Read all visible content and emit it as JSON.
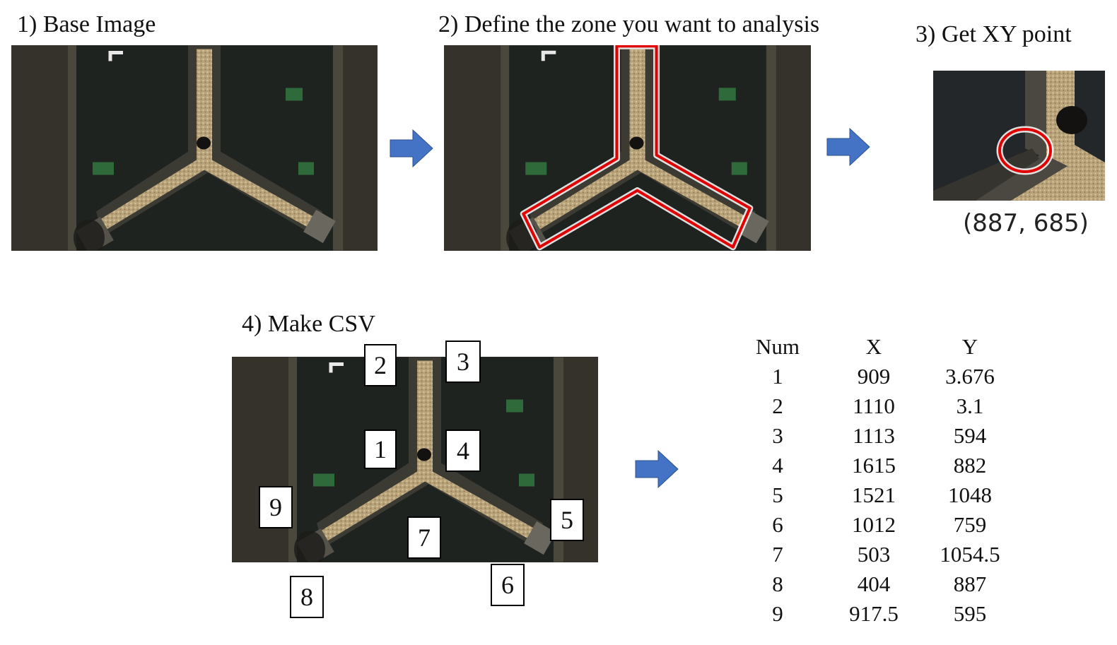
{
  "steps": {
    "s1": "1)  Base Image",
    "s2": "2) Define the zone you want to analysis",
    "s3": "3)  Get XY point",
    "s4": "4)  Make CSV"
  },
  "xy_readout": "(887, 685)",
  "colors": {
    "arrow": "#4472c4",
    "zone_outline": "#e00000",
    "photo_bg": "#2f2d26"
  },
  "markers": [
    "1",
    "2",
    "3",
    "4",
    "5",
    "6",
    "7",
    "8",
    "9"
  ],
  "csv": {
    "headers": [
      "Num",
      "X",
      "Y"
    ],
    "rows": [
      [
        "1",
        "909",
        "3.676"
      ],
      [
        "2",
        "1110",
        "3.1"
      ],
      [
        "3",
        "1113",
        "594"
      ],
      [
        "4",
        "1615",
        "882"
      ],
      [
        "5",
        "1521",
        "1048"
      ],
      [
        "6",
        "1012",
        "759"
      ],
      [
        "7",
        "503",
        "1054.5"
      ],
      [
        "8",
        "404",
        "887"
      ],
      [
        "9",
        "917.5",
        "595"
      ]
    ]
  }
}
